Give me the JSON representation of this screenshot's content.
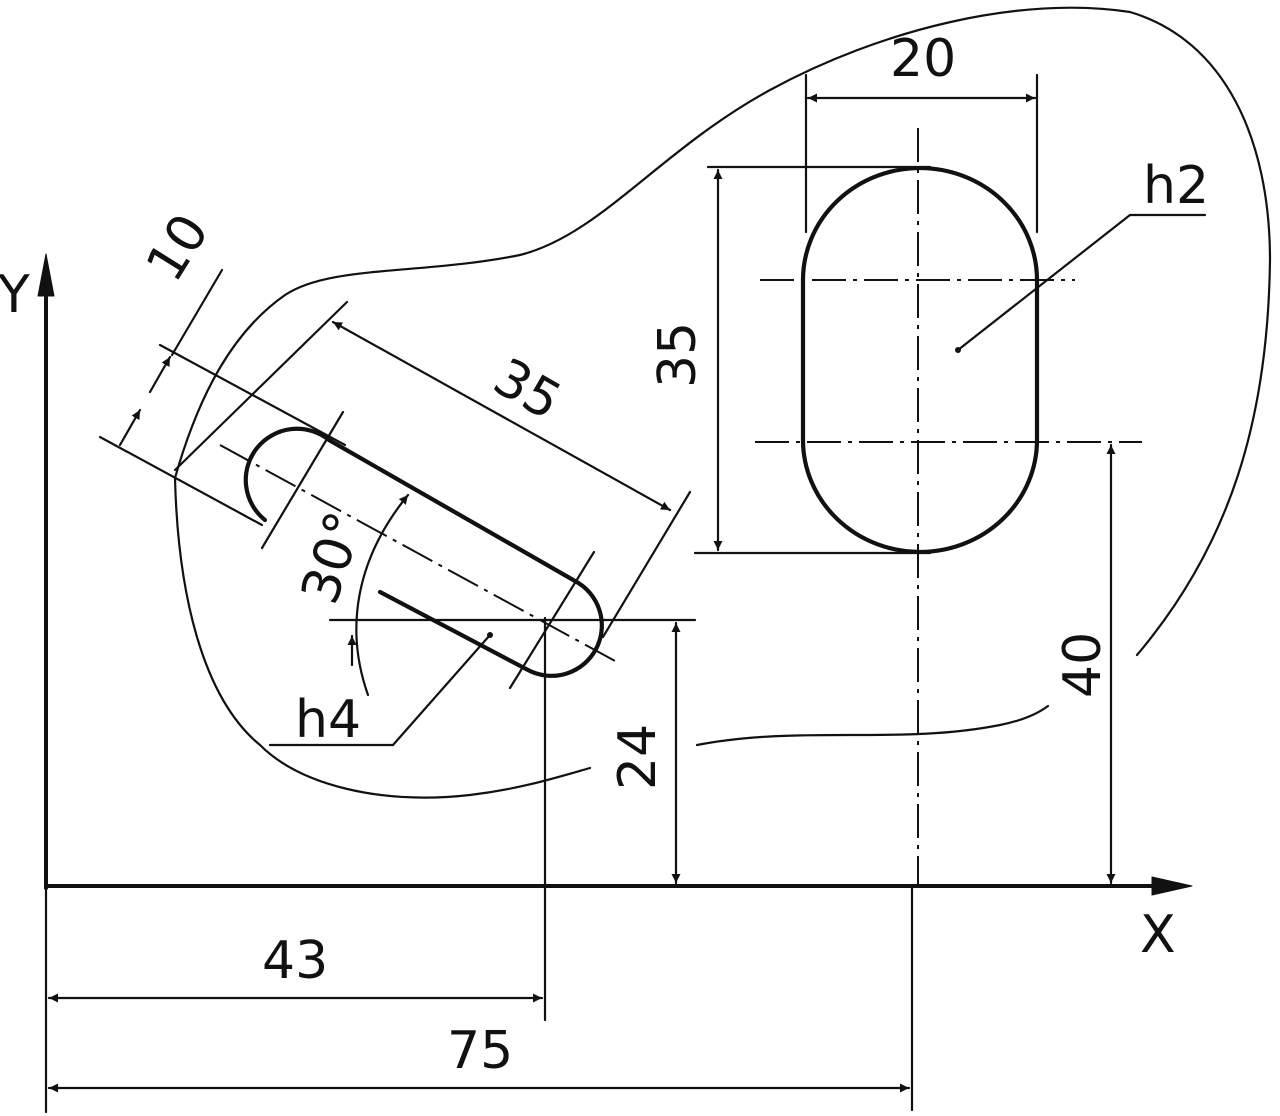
{
  "axes": {
    "x_label": "X",
    "y_label": "Y"
  },
  "slot_h2": {
    "label": "h2",
    "width": "20",
    "length": "35",
    "center_y": "40",
    "center_x": "75"
  },
  "slot_h4": {
    "label": "h4",
    "width": "10",
    "length": "35",
    "angle": "30°",
    "center_x": "43",
    "center_y": "24"
  },
  "colors": {
    "ink": "#111111",
    "paper": "#ffffff"
  }
}
